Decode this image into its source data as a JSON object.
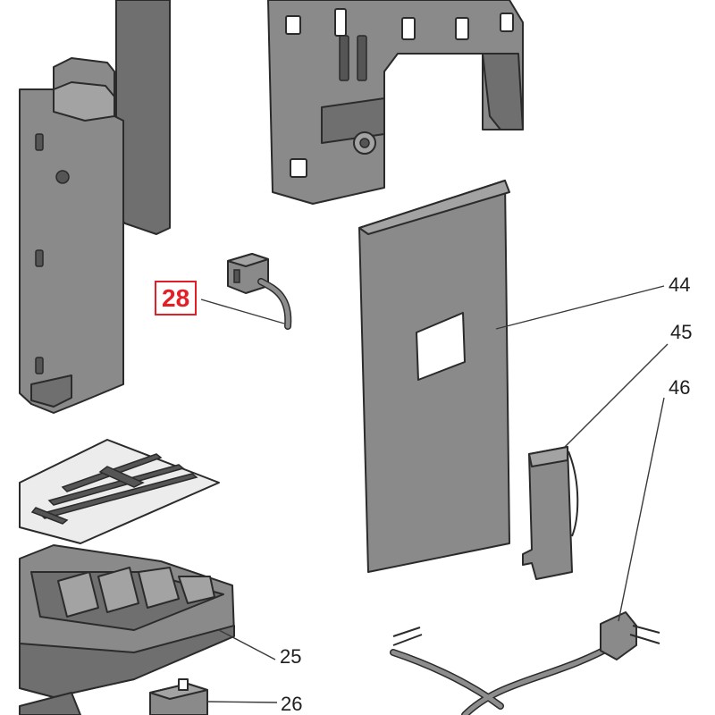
{
  "diagram": {
    "highlight_color": "#e41e26",
    "part_fill": "#8a8a8a",
    "line_color": "#2b2b2b"
  },
  "callouts": [
    {
      "id": "p28",
      "label": "28",
      "highlighted": true
    },
    {
      "id": "p44",
      "label": "44",
      "highlighted": false
    },
    {
      "id": "p45",
      "label": "45",
      "highlighted": false
    },
    {
      "id": "p46",
      "label": "46",
      "highlighted": false
    },
    {
      "id": "p25",
      "label": "25",
      "highlighted": false
    },
    {
      "id": "p26",
      "label": "26",
      "highlighted": false
    }
  ]
}
